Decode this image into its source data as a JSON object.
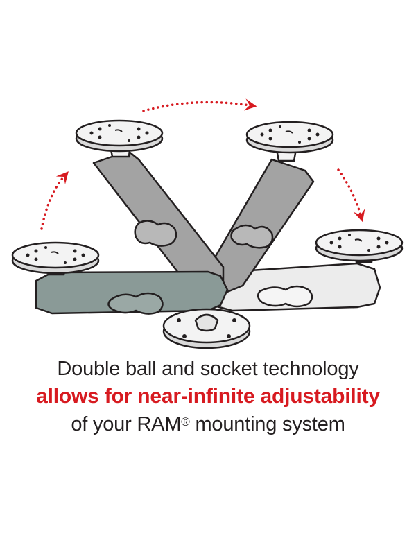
{
  "caption": {
    "line1": "Double ball and socket technology",
    "line2": "allows for near-infinite adjustability",
    "line3_prefix": "of your RAM",
    "line3_mark": "®",
    "line3_suffix": " mounting system"
  },
  "colors": {
    "accent": "#d71a20",
    "outline": "#231f20",
    "arm_teal": "#8a9a97",
    "arm_gray": "#a3a3a3",
    "arm_light": "#ececec",
    "plate": "#f3f3f3",
    "text": "#231f20"
  },
  "icons": {
    "arrows": "red-dotted-arc-arrow",
    "plate": "round-mounting-plate",
    "knob": "arm-tightening-knob"
  }
}
